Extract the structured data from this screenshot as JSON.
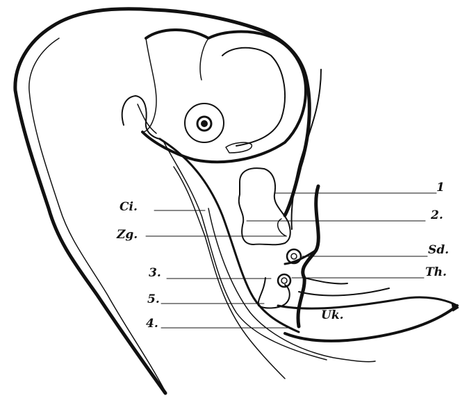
{
  "figure": {
    "labels": {
      "ci": "Ci.",
      "zg": "Zg.",
      "three": "3.",
      "five": "5.",
      "four": "4.",
      "one": "1",
      "two": "2.",
      "sd": "Sd.",
      "th": "Th.",
      "uk": "Uk."
    },
    "colors": {
      "ink": "#111111",
      "paper": "#ffffff"
    }
  }
}
